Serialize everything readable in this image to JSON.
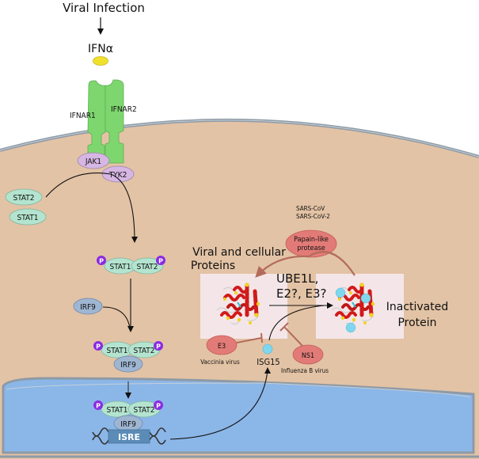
{
  "title": "Viral Infection",
  "ligand": {
    "label": "IFNα",
    "color": "#f2e12c"
  },
  "receptors": {
    "r1": "IFNAR1",
    "r2": "IFNAR2",
    "color": "#7ed66e"
  },
  "kinases": {
    "jak1": "JAK1",
    "tyk2": "TYK2",
    "color": "#d6b6e2"
  },
  "stats": {
    "stat1": "STAT1",
    "stat2": "STAT2",
    "color": "#b4e4cf"
  },
  "phospho": {
    "label": "P",
    "color": "#8a2be2"
  },
  "irf9": {
    "label": "IRF9",
    "color": "#9fb6d3"
  },
  "isre": {
    "label": "ISRE",
    "color": "#5b8bb7"
  },
  "isg15": {
    "label": "ISG15",
    "color": "#7fd7ee"
  },
  "conjugation": {
    "line1": "UBE1L,",
    "line2": "E2?, E3?"
  },
  "substrate": {
    "line1": "Viral and cellular",
    "line2": "Proteins"
  },
  "product": {
    "line1": "Inactivated",
    "line2": "Protein"
  },
  "inhibitors": {
    "plpro": {
      "line1": "Papain-like",
      "line2": "protease",
      "viruses": [
        "SARS-CoV",
        "SARS-CoV-2"
      ]
    },
    "e3": {
      "label": "E3",
      "virus": "Vaccinia virus"
    },
    "ns1": {
      "label": "NS1",
      "virus": "Influenza B virus"
    },
    "color": "#e27b77"
  },
  "colors": {
    "cytoplasm": "#e3c3a5",
    "nucleus": "#8bb6e8",
    "membrane": "#8e9aa5",
    "protein_panel": "#f4e6e8",
    "inhibit_line": "#b36c5b"
  }
}
